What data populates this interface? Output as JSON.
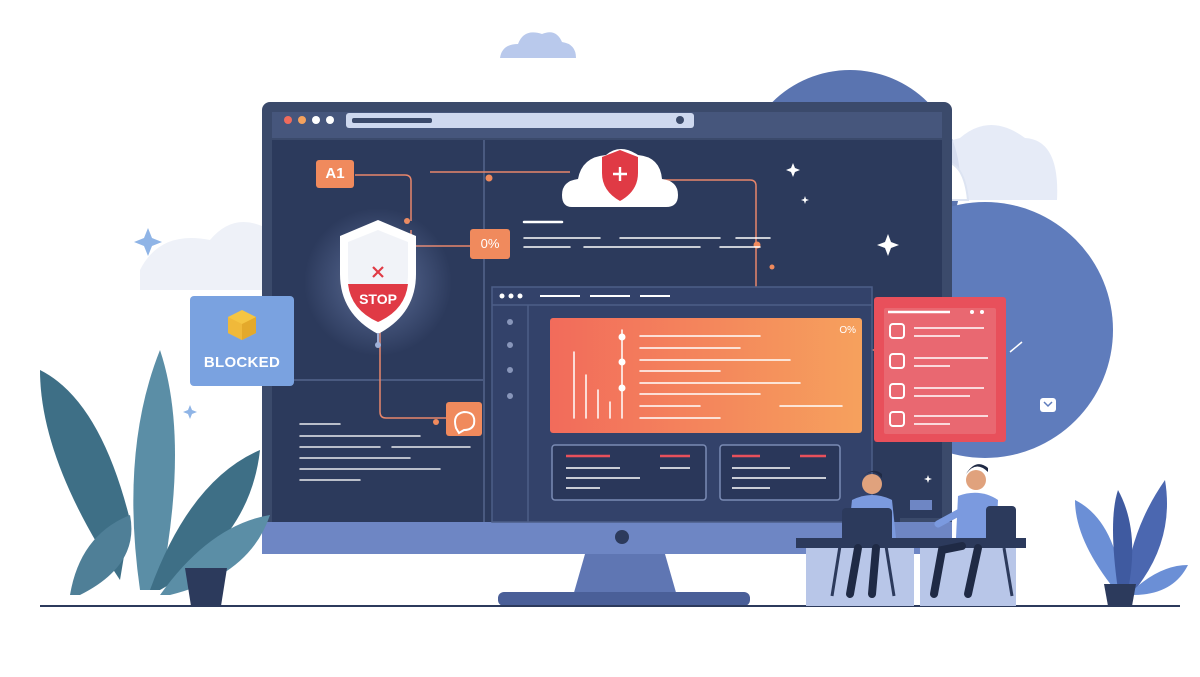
{
  "labels": {
    "badge_a1": "A1",
    "stop": "STOP",
    "blocked": "BLOCKED",
    "percent": "0%",
    "percent_card": "O%"
  },
  "colors": {
    "navy": "#3b4a6b",
    "screen": "#2c3a5c",
    "accent_orange": "#f08a5d",
    "alert_red": "#e8505b",
    "shield_red": "#e03a45",
    "blue_card": "#7aa2e0",
    "plant": "#3e6f86"
  },
  "icons": {
    "shield": "shield-icon",
    "cloud_shield": "cloud-shield-icon",
    "cube": "cube-icon",
    "chat": "chat-icon",
    "close": "close-icon",
    "search": "search-icon",
    "sparkle": "sparkle-icon"
  }
}
